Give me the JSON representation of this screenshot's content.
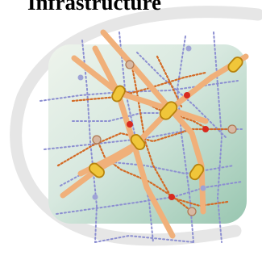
{
  "title": "Infrastructure",
  "colors": {
    "backdrop_light": "#eef4ec",
    "backdrop_dark": "#98c6b0",
    "arc": "#e6e6e6",
    "main_road": "#f0b07a",
    "secondary_road": "#d36a25",
    "network_line": "#8c8fd1",
    "junction_fill": "#f0c63a",
    "junction_stroke": "#b7830e",
    "node_red": "#d82a1f",
    "node_open": "#d7b9a4",
    "node_blue": "#9ea3d6"
  },
  "icons": {
    "backdrop": "rounded-square-tile",
    "roads": "road-network",
    "junctions": "junction-capsule",
    "nodes": "network-node"
  }
}
